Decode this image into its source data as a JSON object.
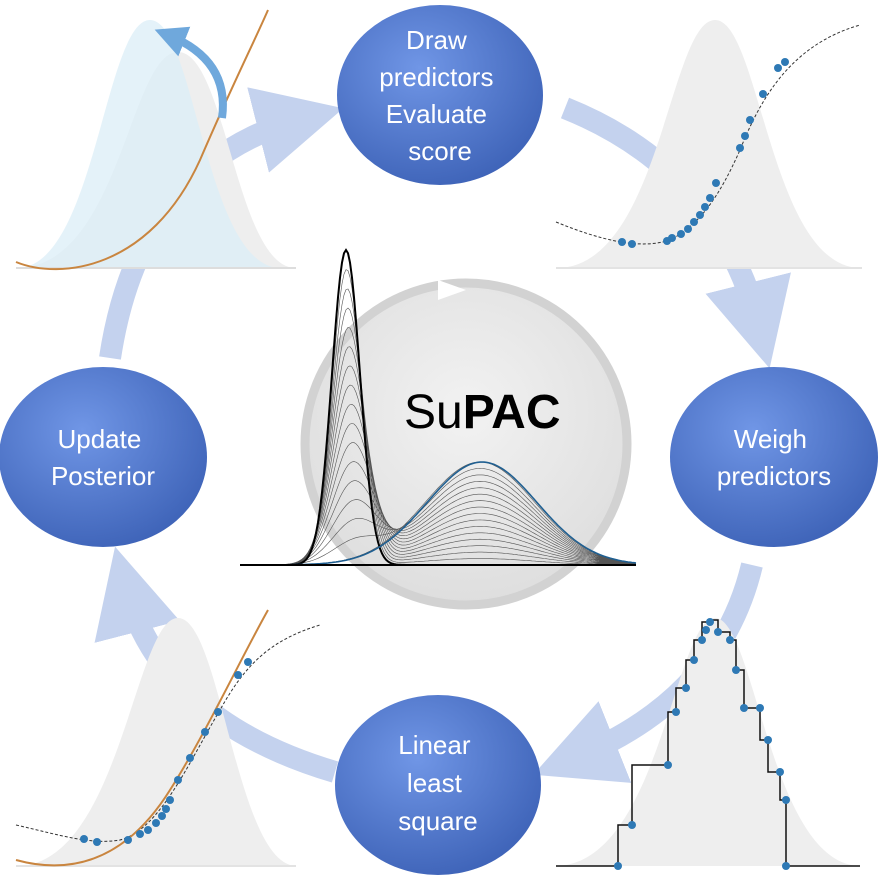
{
  "title": {
    "prefix": "Su",
    "bold": "PAC"
  },
  "steps": [
    {
      "id": "draw",
      "lines": [
        "Draw",
        "predictors",
        "Evaluate",
        "score"
      ]
    },
    {
      "id": "weigh",
      "lines": [
        "Weigh",
        "predictors"
      ]
    },
    {
      "id": "lls",
      "lines": [
        "Linear",
        "least",
        "square"
      ]
    },
    {
      "id": "update",
      "lines": [
        "Update",
        "Posterior"
      ]
    }
  ],
  "colors": {
    "node_fill_light": "#6d8ee0",
    "node_fill_dark": "#3d62b8",
    "arrow": "#c4d2ee",
    "point": "#2e79b5",
    "orange_curve": "#c9853f",
    "gauss_gray": "#eeeeee",
    "posterior_light_blue": "#dbeef7",
    "center_disc": "#e6e6e6",
    "final_curve": "#1f5f91"
  },
  "icons": [
    "cycle-arrow-icon"
  ]
}
